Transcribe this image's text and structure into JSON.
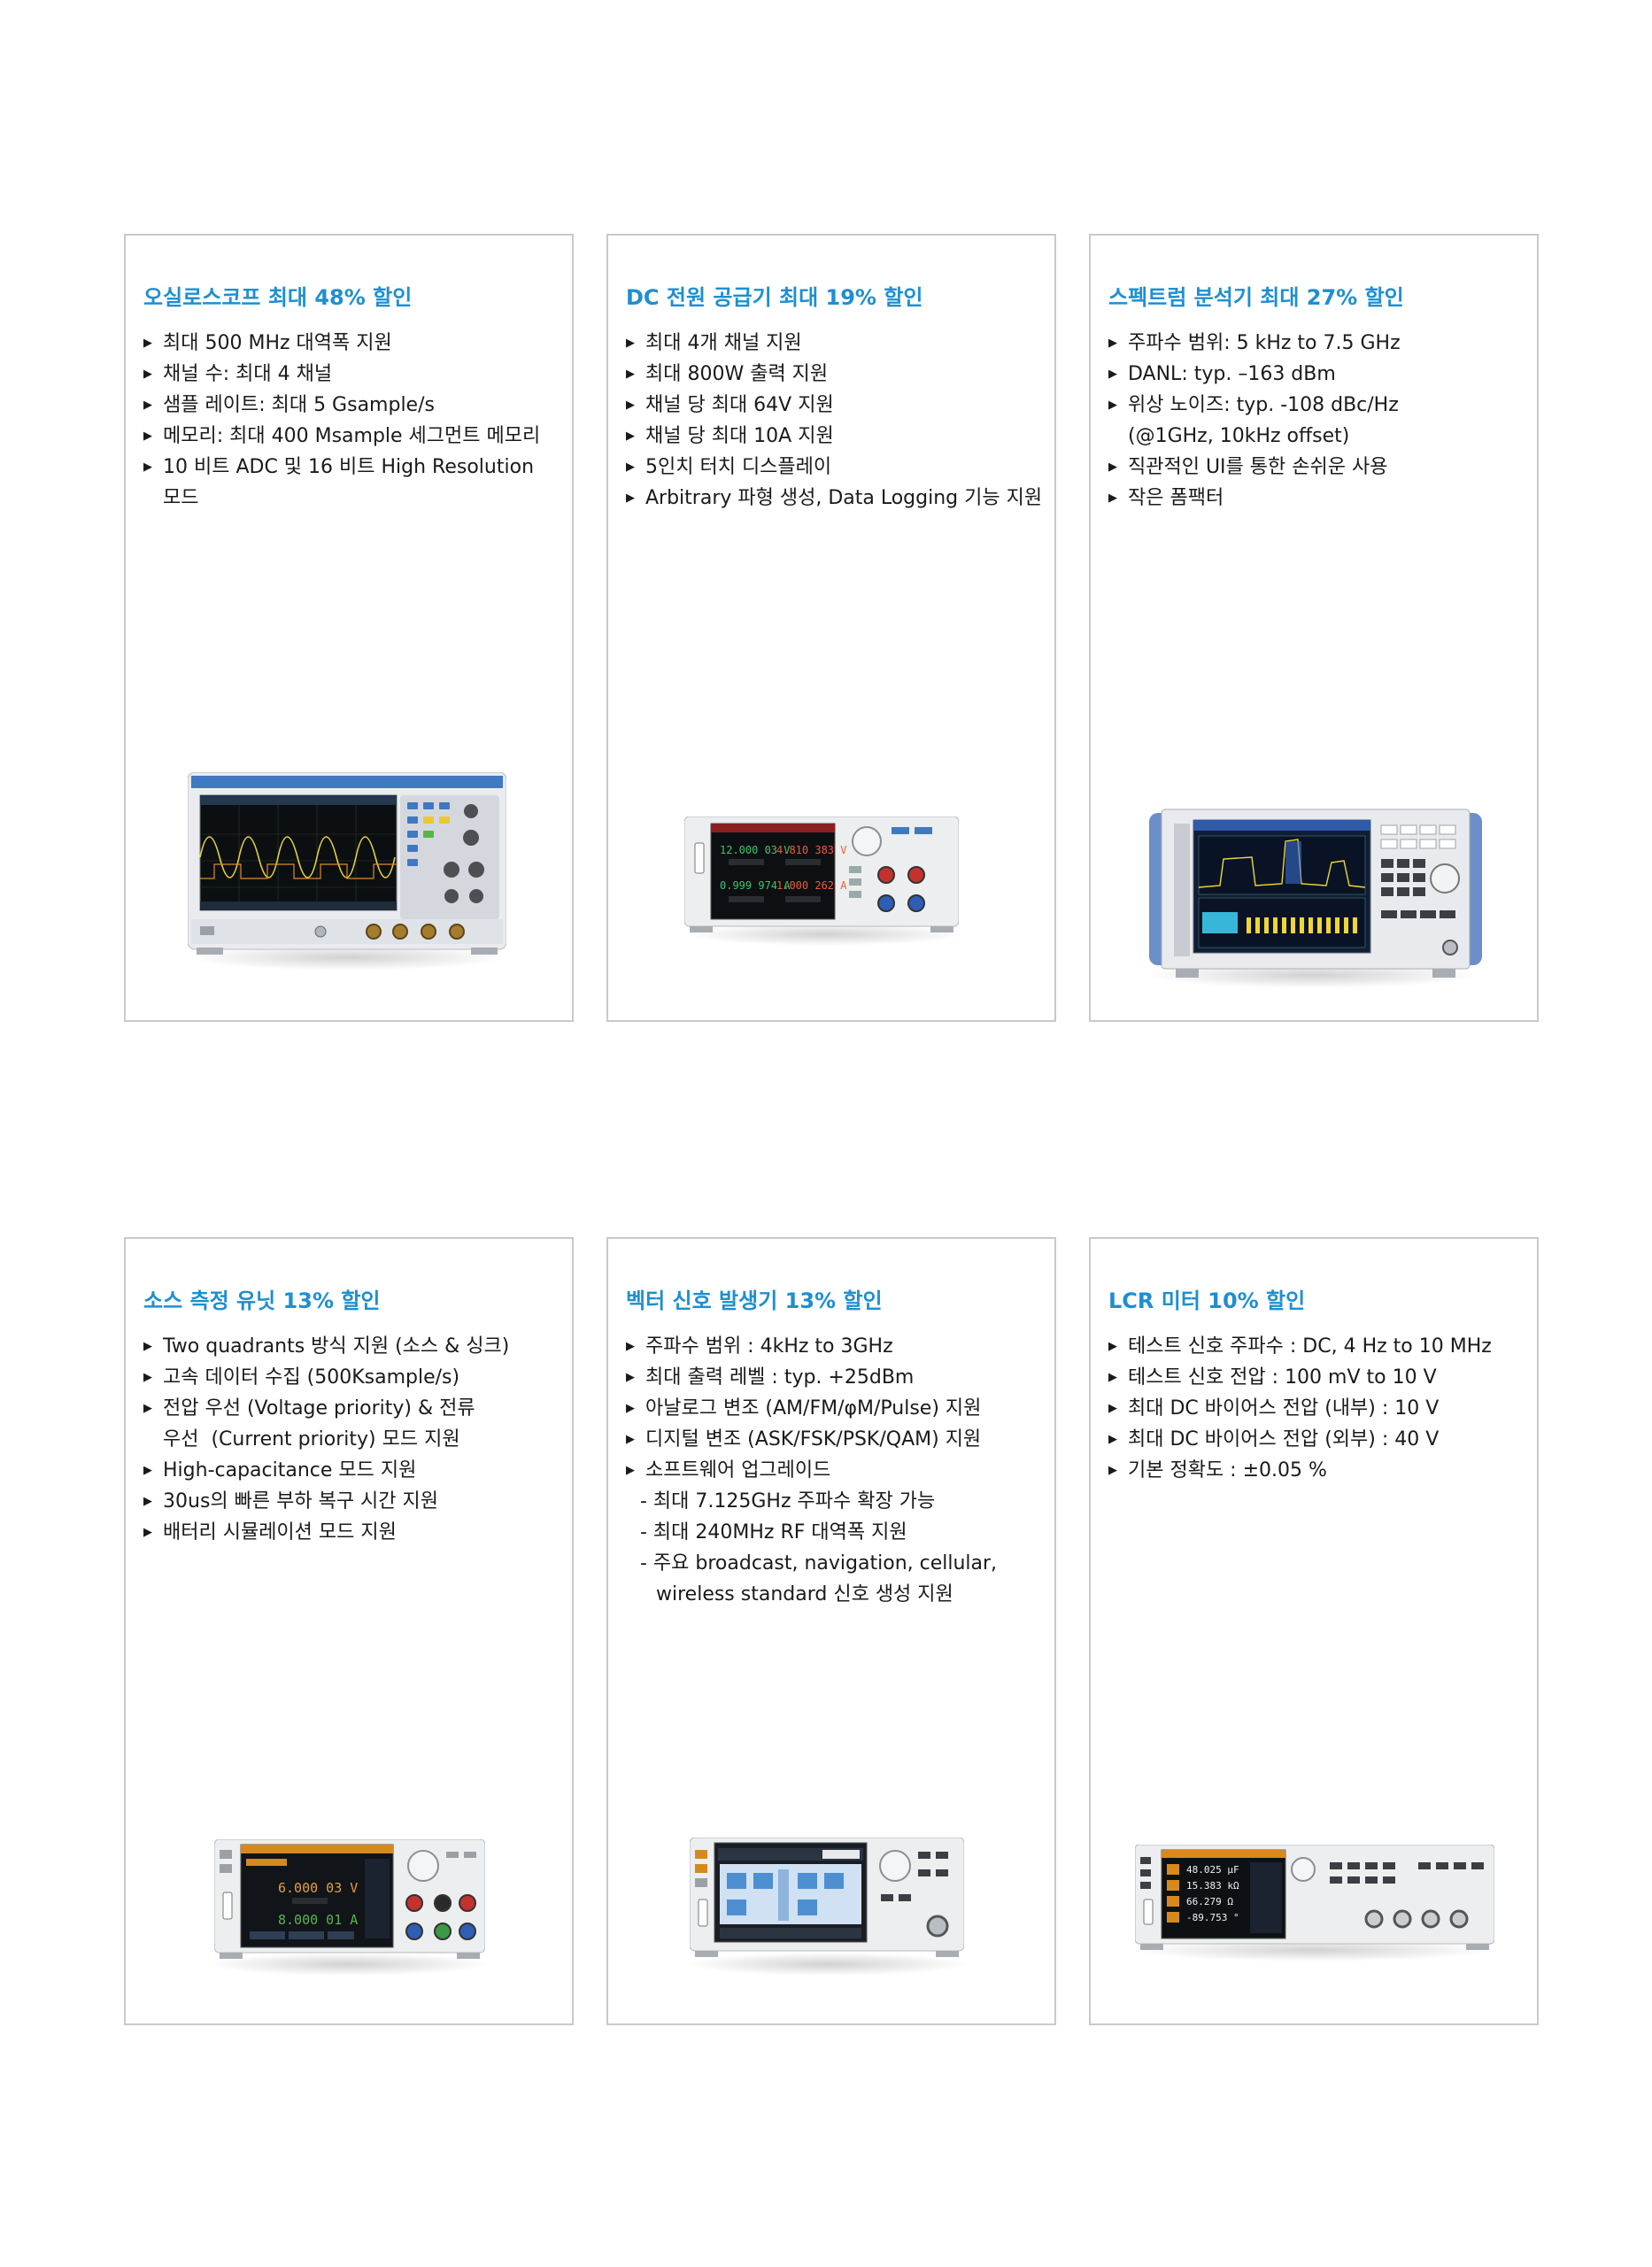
{
  "cards": [
    {
      "title": "오실로스코프 최대 48% 할인",
      "bullets": [
        "최대 500 MHz 대역폭 지원",
        "채널 수: 최대 4 채널",
        "샘플 레이트: 최대 5 Gsample/s",
        "메모리: 최대 400 Msample 세그먼트 메모리",
        "10 비트 ADC 및 16 비트 High Resolution",
        "모드"
      ],
      "product_icon": "oscilloscope-icon"
    },
    {
      "title": "DC 전원 공급기 최대 19% 할인",
      "bullets": [
        "최대 4개 채널 지원",
        "최대 800W 출력 지원",
        "채널 당 최대 64V 지원",
        "채널 당 최대 10A 지원",
        "5인치 터치 디스플레이",
        "Arbitrary 파형 생성, Data Logging 기능 지원"
      ],
      "product_icon": "dc-power-supply-icon",
      "screen": {
        "v1": "12.000 03 V",
        "v2": "4.810 383 V",
        "a1": "0.999 974 A",
        "a2": "1.000 262 A"
      }
    },
    {
      "title": "스펙트럼 분석기 최대 27% 할인",
      "bullets": [
        "주파수 범위: 5 kHz to 7.5 GHz",
        "DANL: typ. –163 dBm",
        "위상 노이즈: typ. -108 dBc/Hz",
        "(@1GHz, 10kHz offset)",
        "직관적인 UI를 통한 손쉬운 사용",
        "작은 폼팩터"
      ],
      "product_icon": "spectrum-analyzer-icon"
    },
    {
      "title": "소스 측정 유닛 13% 할인",
      "bullets": [
        "Two quadrants 방식 지원 (소스 & 싱크)",
        "고속 데이터 수집 (500Ksample/s)",
        "전압 우선 (Voltage priority) & 전류",
        "우선  (Current priority) 모드 지원",
        "High-capacitance 모드 지원",
        "30us의 빠른 부하 복구 시간 지원",
        "배터리 시뮬레이션 모드 지원"
      ],
      "product_icon": "source-measure-unit-icon",
      "screen": {
        "v": "6.000 03 V",
        "a": "8.000 01 A"
      }
    },
    {
      "title": "벡터 신호 발생기 13% 할인",
      "bullets": [
        "주파수 범위 : 4kHz to 3GHz",
        "최대 출력 레벨 : typ. +25dBm",
        "아날로그 변조 (AM/FM/φM/Pulse) 지원",
        "디지털 변조 (ASK/FSK/PSK/QAM) 지원",
        "소프트웨어 업그레이드",
        "- 최대 7.125GHz 주파수 확장 가능",
        "- 최대 240MHz RF 대역폭 지원",
        "- 주요 broadcast, navigation, cellular,",
        "wireless standard 신호 생성 지원"
      ],
      "product_icon": "vector-signal-generator-icon"
    },
    {
      "title": "LCR 미터 10% 할인",
      "bullets": [
        "테스트 신호 주파수 : DC, 4 Hz to 10 MHz",
        "테스트 신호 전압 : 100 mV to 10 V",
        "최대 DC 바이어스 전압 (내부) : 10 V",
        "최대 DC 바이어스 전압 (외부) : 40 V",
        "기본 정확도 : ±0.05 %"
      ],
      "product_icon": "lcr-meter-icon",
      "screen": {
        "c": "48.025 μF",
        "r": "15.383 kΩ",
        "z": "66.279 Ω",
        "theta": "-89.753 °"
      }
    }
  ]
}
